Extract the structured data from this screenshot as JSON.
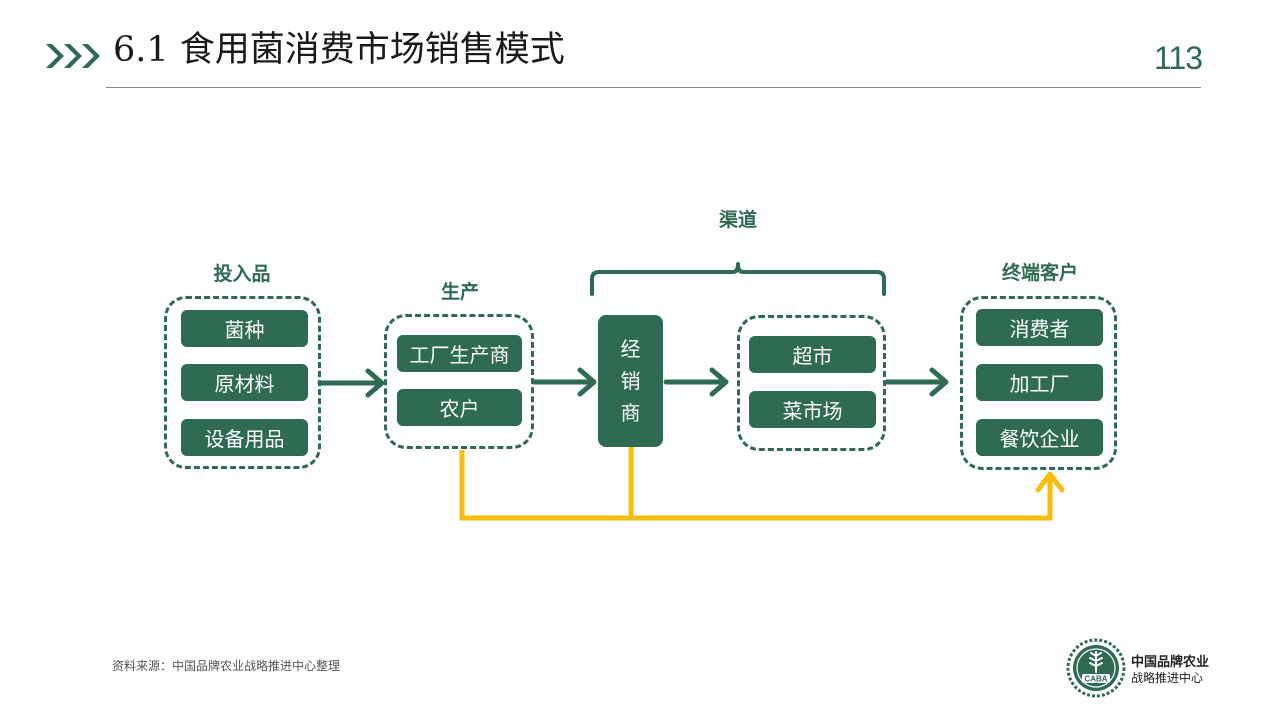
{
  "header": {
    "title": "6.1 食用菌消费市场销售模式",
    "page_number": "113"
  },
  "groups": {
    "inputs": {
      "label": "投入品",
      "items": [
        "菌种",
        "原材料",
        "设备用品"
      ]
    },
    "production": {
      "label": "生产",
      "items": [
        "工厂生产商",
        "农户"
      ]
    },
    "channel": {
      "label": "渠道"
    },
    "distributor": {
      "chars": [
        "经",
        "销",
        "商"
      ]
    },
    "retail": {
      "items": [
        "超市",
        "菜市场"
      ]
    },
    "end_customers": {
      "label": "终端客户",
      "items": [
        "消费者",
        "加工厂",
        "餐饮企业"
      ]
    }
  },
  "footer": {
    "source": "资料来源：中国品牌农业战略推进中心整理",
    "logo_line1": "中国品牌农业",
    "logo_line2": "战略推进中心",
    "logo_mark": "CABA"
  },
  "colors": {
    "primary_green": "#2e6b52",
    "accent_yellow": "#f5be0b"
  }
}
